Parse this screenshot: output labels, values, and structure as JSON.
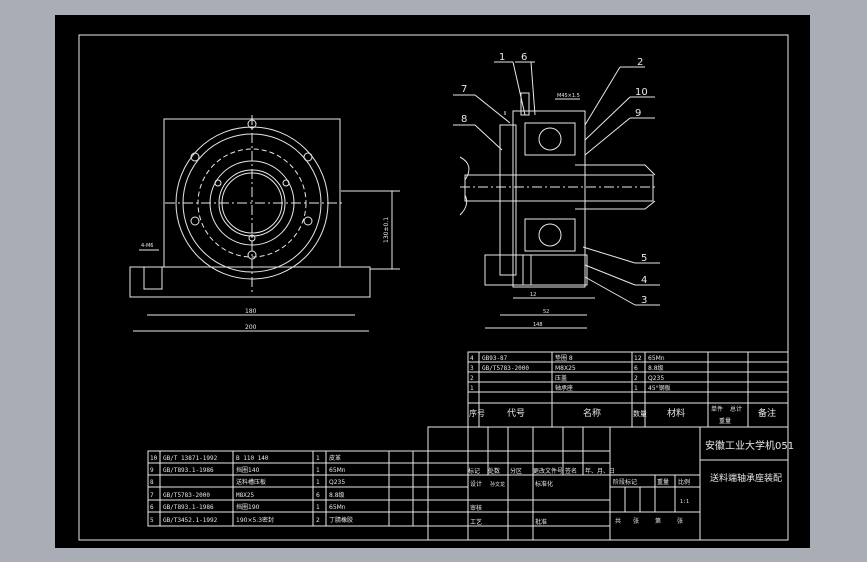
{
  "drawing": {
    "side_view": {
      "dim_height": "130±0.1",
      "dim_width_inner": "180",
      "dim_width_outer": "200",
      "dim_small": "4-M6"
    },
    "section_view": {
      "dim_top": "M45×1.5",
      "dim_bottom_1": "12",
      "dim_bottom_2": "52",
      "dim_bottom_3": "148"
    },
    "balloons": [
      "1",
      "6",
      "2",
      "10",
      "9",
      "7",
      "8",
      "5",
      "4",
      "3"
    ],
    "parts_list_upper": [
      {
        "no": "4",
        "code": "GB93-87",
        "name": "垫圈 8",
        "qty": "12",
        "material": "65Mn"
      },
      {
        "no": "3",
        "code": "GB/T5783-2000",
        "name": "M8X25",
        "qty": "6",
        "material": "8.8级"
      },
      {
        "no": "2",
        "code": "",
        "name": "压盖",
        "qty": "2",
        "material": "Q235"
      },
      {
        "no": "1",
        "code": "",
        "name": "轴承座",
        "qty": "1",
        "material": "45°钢板"
      }
    ],
    "parts_list_header": {
      "no": "序号",
      "code": "代号",
      "name": "名称",
      "qty": "数量",
      "material": "材料",
      "weight_single": "单件",
      "weight_total": "总计",
      "weight": "重量",
      "remark": "备注"
    },
    "parts_list_lower": [
      {
        "no": "10",
        "code": "GB/T 13871-1992",
        "name": "B 110 140",
        "qty": "1",
        "material": "皮革"
      },
      {
        "no": "9",
        "code": "GB/T893.1-1986",
        "name": "挡圈140",
        "qty": "1",
        "material": "65Mn"
      },
      {
        "no": "8",
        "code": "",
        "name": "送料槽压板",
        "qty": "1",
        "material": "Q235"
      },
      {
        "no": "7",
        "code": "GB/T5783-2000",
        "name": "M8X25",
        "qty": "6",
        "material": "8.8级"
      },
      {
        "no": "6",
        "code": "GB/T893.1-1986",
        "name": "挡圈190",
        "qty": "1",
        "material": "65Mn"
      },
      {
        "no": "5",
        "code": "GB/T3452.1-1992",
        "name": "190×5.3密封",
        "qty": "2",
        "material": "丁腈橡胶"
      }
    ],
    "title_block": {
      "school": "安徽工业大学机051",
      "title": "送料端轴承座装配",
      "labels": {
        "mark": "标记",
        "count": "处数",
        "zone": "分区",
        "doc_no": "更改文件号",
        "sign": "签名",
        "date": "年、月、日",
        "design": "设计",
        "standardize": "标准化",
        "review": "审核",
        "process": "工艺",
        "approve": "批准",
        "stage": "阶段标记",
        "weight": "重量",
        "scale": "比例",
        "sheet_total": "共",
        "sheet_unit": "张",
        "sheet_no": "第",
        "sheet_unit2": "张"
      },
      "scale_value": "1:1",
      "designer": "孙文龙"
    }
  }
}
